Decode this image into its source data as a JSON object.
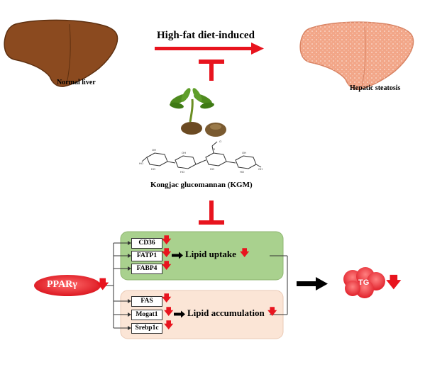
{
  "title": "High-fat diet-induced",
  "normal_liver": "Normal liver",
  "hepatic_steatosis": "Hepatic steatosis",
  "kgm": "Kongjac glucomannan (KGM)",
  "pparg": "PPARγ",
  "uptake_genes": [
    "CD36",
    "FATP1",
    "FABP4"
  ],
  "accumulation_genes": [
    "FAS",
    "Mogat1",
    "Srebp1c"
  ],
  "lipid_uptake": "Lipid uptake",
  "lipid_accumulation": "Lipid accumulation",
  "tg": "TG",
  "down_arrow": "🡇",
  "colors": {
    "red": "#e8141e",
    "normal_liver": "#8b4a1f",
    "steatosis": "#f2a688",
    "uptake_box": "#a9d18e",
    "accumulation_box": "#fbe5d6",
    "pparg": "#e8141e"
  }
}
